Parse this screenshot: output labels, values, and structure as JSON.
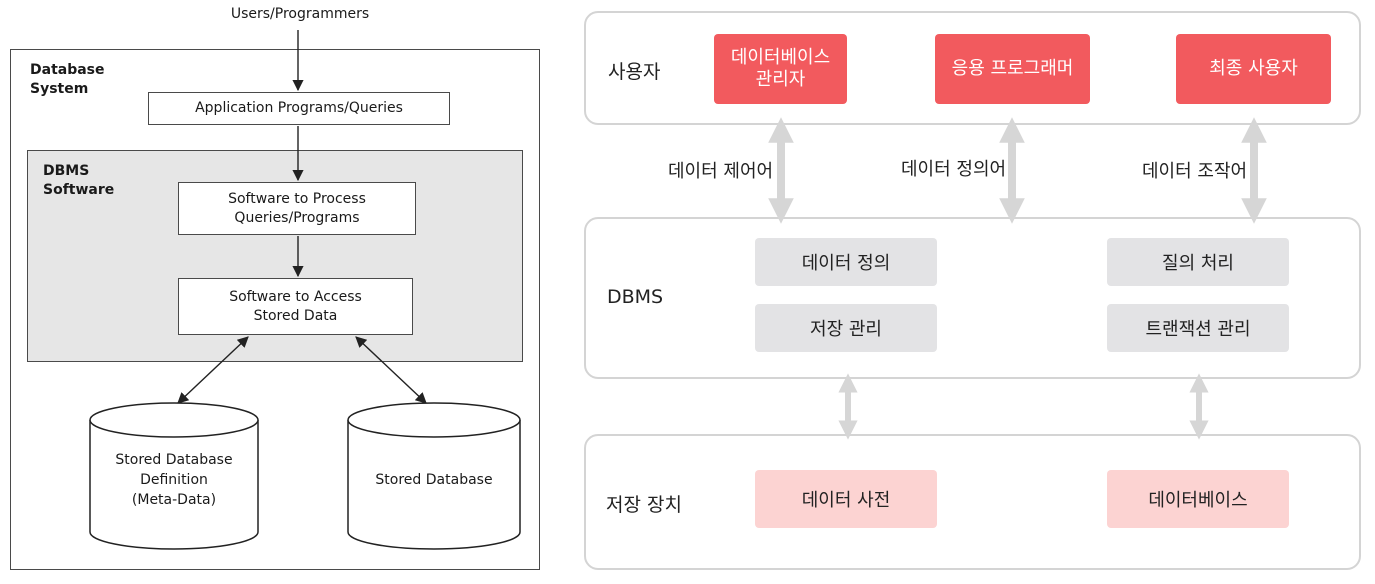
{
  "left": {
    "top_label": "Users/Programmers",
    "system_title": "Database\nSystem",
    "app_box": "Application Programs/Queries",
    "dbms_title": "DBMS\nSoftware",
    "process_box": "Software to Process\nQueries/Programs",
    "access_box": "Software to Access\nStored Data",
    "stored_def": "Stored Database\nDefinition\n(Meta-Data)",
    "stored_db": "Stored Database"
  },
  "right": {
    "user_label": "사용자",
    "dbms_label": "DBMS",
    "storage_label": "저장 장치",
    "users": [
      "데이터베이스\n관리자",
      "응용 프로그래머",
      "최종 사용자"
    ],
    "languages": [
      "데이터 제어어",
      "데이터 정의어",
      "데이터 조작어"
    ],
    "dbms_functions": [
      "데이터 정의",
      "저장 관리",
      "질의 처리",
      "트랜잭션 관리"
    ],
    "storage": [
      "데이터 사전",
      "데이터베이스"
    ]
  },
  "colors": {
    "accent_red": "#f25a5e",
    "light_pink": "#fcd3d2",
    "function_gray": "#e3e3e5",
    "panel_gray": "#e6e6e6",
    "arrow_gray": "#d6d6d6"
  }
}
